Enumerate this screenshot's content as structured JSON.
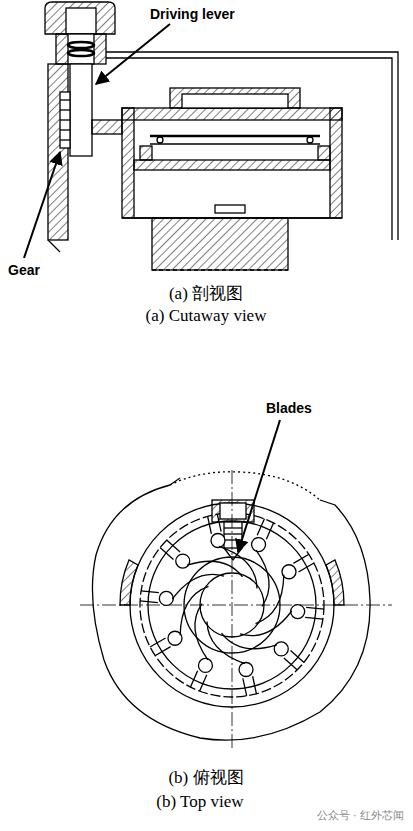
{
  "diagram": {
    "labels": [
      "Driving lever",
      "Gear",
      "(a) 剖视图",
      "(a) Cutaway view",
      "Blades",
      "(b) 俯视图",
      "(b) Top view",
      "公众号 · 红外芯闻"
    ]
  }
}
